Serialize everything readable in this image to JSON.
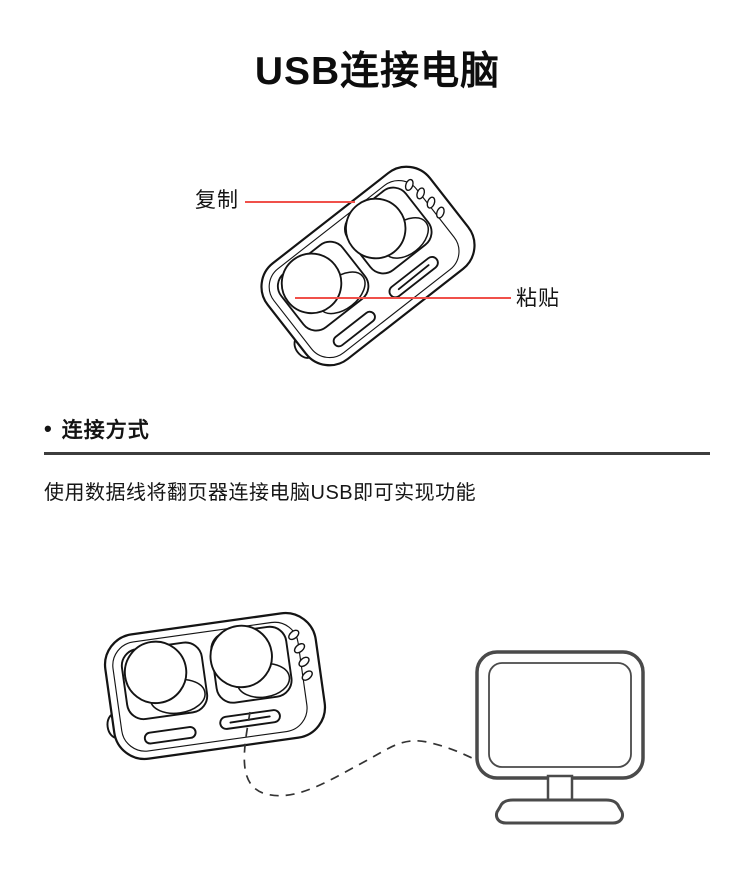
{
  "page": {
    "title": "USB连接电脑",
    "background_color": "#ffffff"
  },
  "button_diagram": {
    "description": "page-turner-clicker-device-line-drawing-with-two-round-buttons",
    "callouts": [
      {
        "label": "复制",
        "side": "left",
        "target": "upper-button"
      },
      {
        "label": "粘贴",
        "side": "right",
        "target": "lower-button"
      }
    ],
    "callout_line_color": "#f0504a"
  },
  "section": {
    "bullet": "•",
    "heading": "连接方式",
    "body": "使用数据线将翻页器连接电脑USB即可实现功能"
  },
  "connection_diagram": {
    "description": "page-turner-device-linked-to-computer-monitor-by-dashed-usb-cable",
    "elements": [
      "page-turner-device",
      "dashed-usb-cable",
      "computer-monitor"
    ]
  },
  "colors": {
    "ink": "#141414",
    "cable": "#333333",
    "monitor_stroke": "#4a4a4a",
    "divider": "#3d3d3d",
    "callout_red": "#f0504a",
    "title_color": "#0d0d0d"
  }
}
